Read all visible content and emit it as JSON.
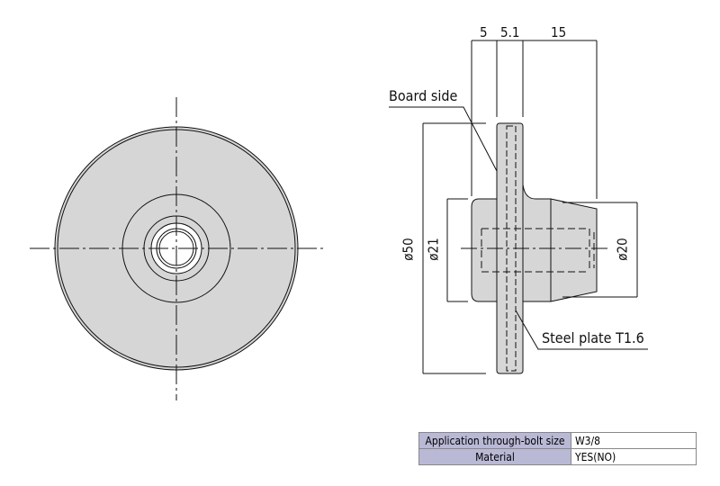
{
  "dimensions": {
    "d1": "5",
    "d2": "5.1",
    "d3": "15",
    "dia50": "ø50",
    "dia21": "ø21",
    "dia20": "ø20"
  },
  "labels": {
    "board_side": "Board side",
    "steel_plate": "Steel plate T1.6"
  },
  "spec_table": [
    {
      "header": "Application through-bolt size",
      "value": "W3/8"
    },
    {
      "header": "Material",
      "value": "YES(NO)"
    }
  ],
  "colors": {
    "fill": "#d6d6d6",
    "header": "#b9b9d6"
  }
}
